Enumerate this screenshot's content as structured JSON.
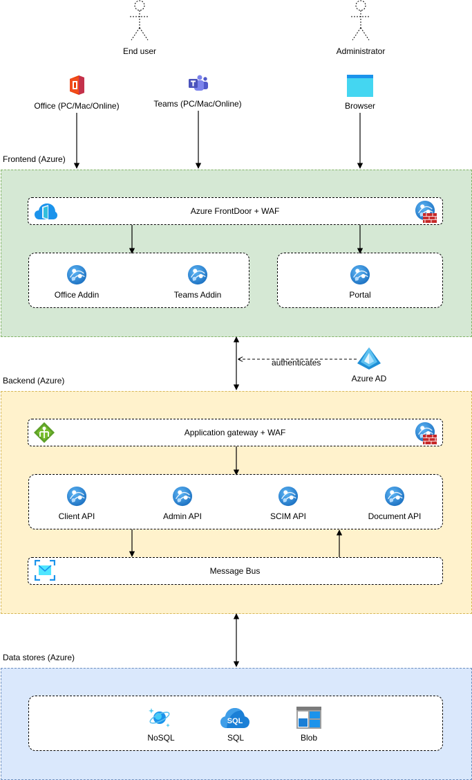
{
  "actors": {
    "end_user": "End user",
    "administrator": "Administrator"
  },
  "clients": {
    "office": "Office (PC/Mac/Online)",
    "teams": "Teams (PC/Mac/Online)",
    "browser": "Browser"
  },
  "frontend": {
    "zone_label": "Frontend (Azure)",
    "frontdoor": "Azure FrontDoor + WAF",
    "office_addin": "Office Addin",
    "teams_addin": "Teams Addin",
    "portal": "Portal"
  },
  "auth": {
    "edge_label": "authenticates",
    "provider": "Azure AD"
  },
  "backend": {
    "zone_label": "Backend (Azure)",
    "gateway": "Application gateway + WAF",
    "client_api": "Client API",
    "admin_api": "Admin API",
    "scim_api": "SCIM API",
    "document_api": "Document API",
    "message_bus": "Message Bus"
  },
  "datastores": {
    "zone_label": "Data stores (Azure)",
    "nosql": "NoSQL",
    "sql": "SQL",
    "sql_icon_text": "SQL",
    "blob": "Blob"
  },
  "colors": {
    "frontend_fill": "#d5e8d4",
    "backend_fill": "#fff2cc",
    "datastores_fill": "#dae8fc",
    "azure_blue": "#0078d4"
  },
  "icons": {
    "actor": "person-icon",
    "office": "office-icon",
    "teams": "teams-icon",
    "browser": "browser-icon",
    "frontdoor": "frontdoor-icon",
    "waf": "waf-icon",
    "app_service": "app-service-icon",
    "azure_ad": "azure-ad-icon",
    "gateway": "app-gateway-icon",
    "message_bus": "service-bus-icon",
    "nosql": "cosmos-db-icon",
    "sql": "sql-database-icon",
    "blob": "blob-storage-icon"
  }
}
